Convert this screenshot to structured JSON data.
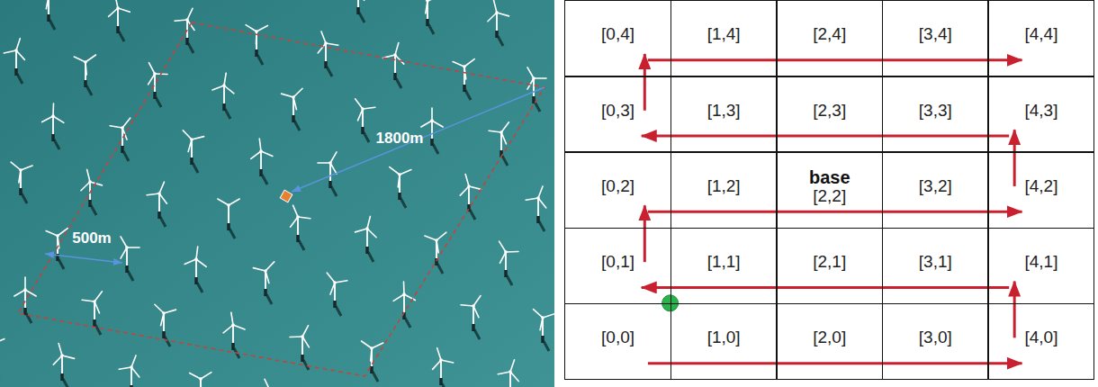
{
  "diagram": {
    "nodes": [
      {
        "text": [
          "[0,4]"
        ]
      },
      {
        "text": [
          "[1,4]"
        ]
      },
      {
        "text": [
          "[2,4]"
        ]
      },
      {
        "text": [
          "[3,4]"
        ]
      },
      {
        "text": [
          "[4,4]"
        ]
      },
      {
        "text": [
          "[0,3]"
        ]
      },
      {
        "text": [
          "[1,3]"
        ]
      },
      {
        "text": [
          "[2,3]"
        ]
      },
      {
        "text": [
          "[3,3]"
        ]
      },
      {
        "text": [
          "[4,3]"
        ]
      },
      {
        "text": [
          "[0,2]"
        ]
      },
      {
        "text": [
          "[1,2]"
        ]
      },
      {
        "text": [
          "base",
          "[2,2]"
        ]
      },
      {
        "text": [
          "[3,2]"
        ]
      },
      {
        "text": [
          "[4,2]"
        ]
      },
      {
        "text": [
          "[0,1]"
        ]
      },
      {
        "text": [
          "[1,1]"
        ]
      },
      {
        "text": [
          "[2,1]"
        ]
      },
      {
        "text": [
          "[3,1]"
        ]
      },
      {
        "text": [
          "[4,1]"
        ]
      },
      {
        "text": [
          "[0,0]"
        ]
      },
      {
        "text": [
          "[1,0]"
        ]
      },
      {
        "text": [
          "[2,0]"
        ]
      },
      {
        "text": [
          "[3,0]"
        ]
      },
      {
        "text": [
          "[4,0]"
        ]
      }
    ],
    "edges": [
      {
        "from": 20,
        "to": 24,
        "arrow": "to"
      },
      {
        "from": 24,
        "to": 19,
        "arrow": "to"
      },
      {
        "from": 19,
        "to": 15,
        "arrow": "to"
      },
      {
        "from": 15,
        "to": 10,
        "arrow": "to"
      },
      {
        "from": 10,
        "to": 14,
        "arrow": "to"
      },
      {
        "from": 14,
        "to": 9,
        "arrow": "to"
      },
      {
        "from": 9,
        "to": 5,
        "arrow": "to"
      },
      {
        "from": 5,
        "to": 0,
        "arrow": "to"
      },
      {
        "from": 0,
        "to": 4,
        "arrow": "to"
      }
    ],
    "labels": [
      "1800m",
      "500m"
    ]
  }
}
